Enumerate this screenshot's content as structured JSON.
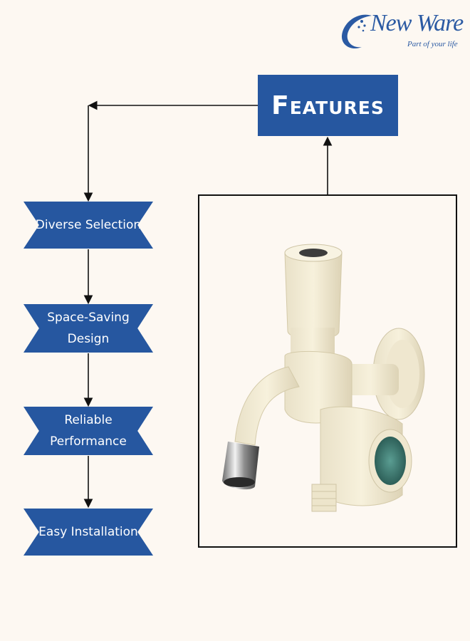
{
  "logo": {
    "brand": "New Ware",
    "tagline": "Part of your life",
    "colors": {
      "brand": "#2b5aa3"
    }
  },
  "header": {
    "title": "Features"
  },
  "features": [
    {
      "label": "Diverse Selection"
    },
    {
      "label": "Space-Saving Design"
    },
    {
      "label": "Reliable Performance"
    },
    {
      "label": "Easy Installation"
    }
  ],
  "product": {
    "icon": "two-way-tap-image"
  },
  "colors": {
    "accent": "#2657a0",
    "background": "#fdf8f2",
    "lines": "#111111"
  }
}
